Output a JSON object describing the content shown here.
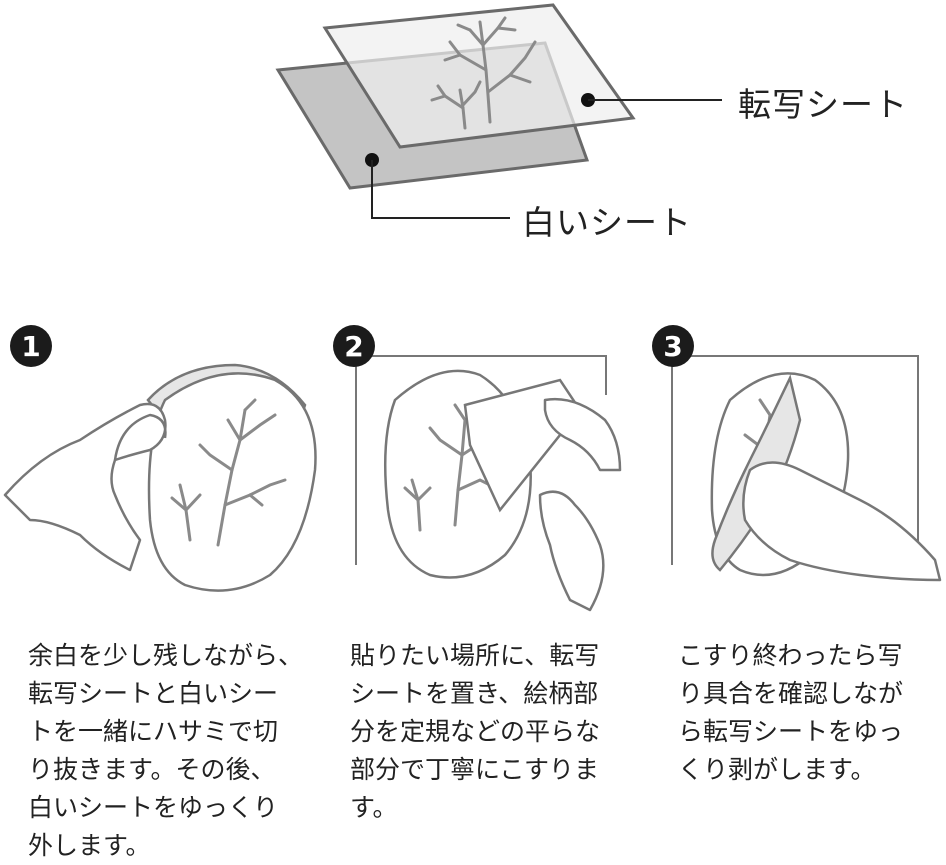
{
  "diagram": {
    "transfer_sheet_label": "転写シート",
    "white_sheet_label": "白いシート",
    "steps": [
      {
        "number": "1",
        "lines": [
          "余白を少し残しながら、",
          "転写シートと白いシー",
          "トを一緒にハサミで切",
          "り抜きます。その後、",
          "白いシートをゆっくり",
          "外します。"
        ]
      },
      {
        "number": "2",
        "lines": [
          "貼りたい場所に、転写",
          "シートを置き、絵柄部",
          "分を定規などの平らな",
          "部分で丁寧にこすりま",
          "す。"
        ]
      },
      {
        "number": "3",
        "lines": [
          "こすり終わったら写",
          "り具合を確認しなが",
          "ら転写シートをゆっ",
          "くり剥がします。"
        ]
      }
    ]
  }
}
